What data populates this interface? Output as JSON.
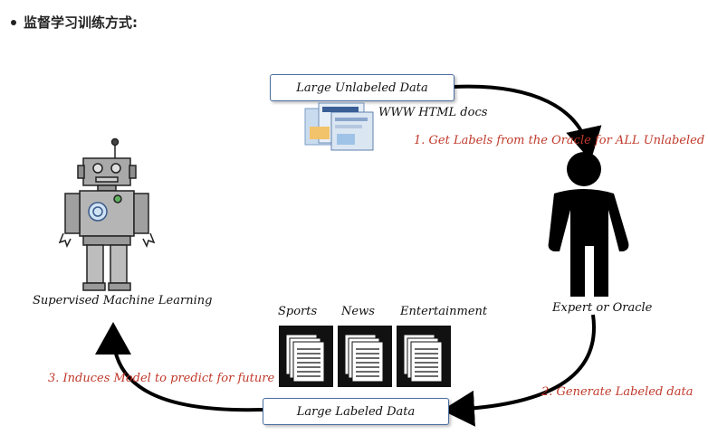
{
  "heading": "监督学习训练方式:",
  "boxes": {
    "unlabeled": "Large Unlabeled Data",
    "labeled": "Large Labeled Data"
  },
  "labels": {
    "www": "WWW HTML docs",
    "step1": "1. Get Labels from the Oracle for ALL Unlabeled",
    "expert": "Expert or Oracle",
    "step2": "2. Generate Labeled data",
    "step3": "3. Induces Model to predict for future",
    "machine": "Supervised Machine Learning",
    "categories": [
      "Sports",
      "News",
      "Entertainment"
    ]
  },
  "colors": {
    "arrow": "#000000",
    "step_text": "#c0392b",
    "box_border": "#4a6ea0"
  }
}
